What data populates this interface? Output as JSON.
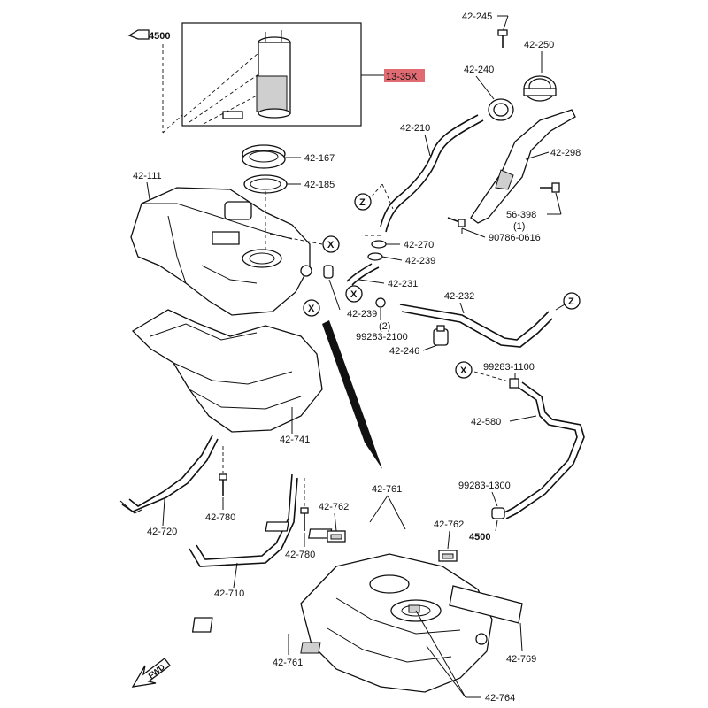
{
  "highlight_color": "#e06b73",
  "callouts": {
    "c_13_35x": "13-35X",
    "c_4500_top": "4500",
    "c_42_245": "42-245",
    "c_42_250": "42-250",
    "c_42_240": "42-240",
    "c_42_210": "42-210",
    "c_42_298": "42-298",
    "c_42_167": "42-167",
    "c_42_185": "42-185",
    "c_42_111": "42-111",
    "c_56_398": "56-398",
    "c_56_398_q": "(1)",
    "c_90786": "90786-0616",
    "c_42_270": "42-270",
    "c_42_239_a": "42-239",
    "c_42_231": "42-231",
    "c_42_232": "42-232",
    "c_42_239_b": "42-239",
    "c_99283_2100_q": "(2)",
    "c_99283_2100": "99283-2100",
    "c_42_246": "42-246",
    "c_99283_1100": "99283-1100",
    "c_42_580": "42-580",
    "c_42_741": "42-741",
    "c_99283_1300": "99283-1300",
    "c_4500_bottom": "4500",
    "c_42_780_a": "42-780",
    "c_42_720": "42-720",
    "c_42_761_a": "42-761",
    "c_42_762_a": "42-762",
    "c_42_762_b": "42-762",
    "c_42_780_b": "42-780",
    "c_42_710": "42-710",
    "c_42_761_b": "42-761",
    "c_42_769": "42-769",
    "c_42_764": "42-764",
    "c_fwd": "FWD"
  },
  "markers": {
    "x1": "X",
    "x2": "X",
    "x3": "X",
    "x4": "X",
    "z1": "Z",
    "z2": "Z"
  }
}
